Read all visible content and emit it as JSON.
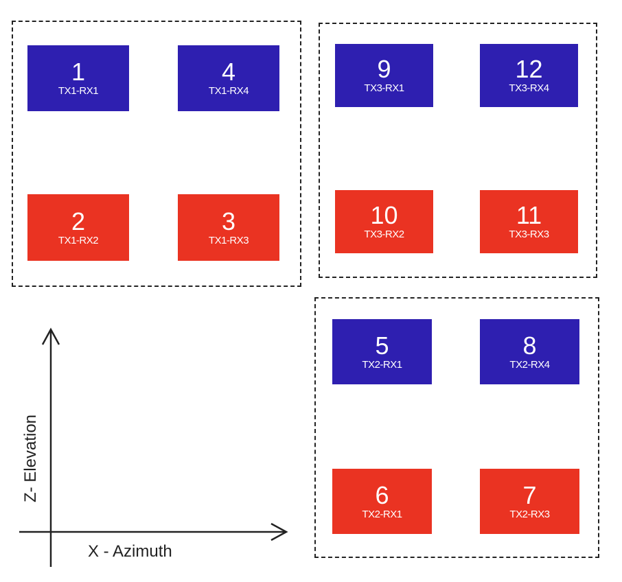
{
  "colors": {
    "blue": "#2e1fb0",
    "red": "#ea3322"
  },
  "groups": [
    {
      "name": "group-tx1",
      "cells": [
        {
          "num": "1",
          "label": "TX1-RX1",
          "color": "blue"
        },
        {
          "num": "4",
          "label": "TX1-RX4",
          "color": "blue"
        },
        {
          "num": "2",
          "label": "TX1-RX2",
          "color": "red"
        },
        {
          "num": "3",
          "label": "TX1-RX3",
          "color": "red"
        }
      ]
    },
    {
      "name": "group-tx3",
      "cells": [
        {
          "num": "9",
          "label": "TX3-RX1",
          "color": "blue"
        },
        {
          "num": "12",
          "label": "TX3-RX4",
          "color": "blue"
        },
        {
          "num": "10",
          "label": "TX3-RX2",
          "color": "red"
        },
        {
          "num": "11",
          "label": "TX3-RX3",
          "color": "red"
        }
      ]
    },
    {
      "name": "group-tx2",
      "cells": [
        {
          "num": "5",
          "label": "TX2-RX1",
          "color": "blue"
        },
        {
          "num": "8",
          "label": "TX2-RX4",
          "color": "blue"
        },
        {
          "num": "6",
          "label": "TX2-RX1",
          "color": "red"
        },
        {
          "num": "7",
          "label": "TX2-RX3",
          "color": "red"
        }
      ]
    }
  ],
  "axes": {
    "x_label": "X - Azimuth",
    "z_label": "Z- Elevation"
  }
}
